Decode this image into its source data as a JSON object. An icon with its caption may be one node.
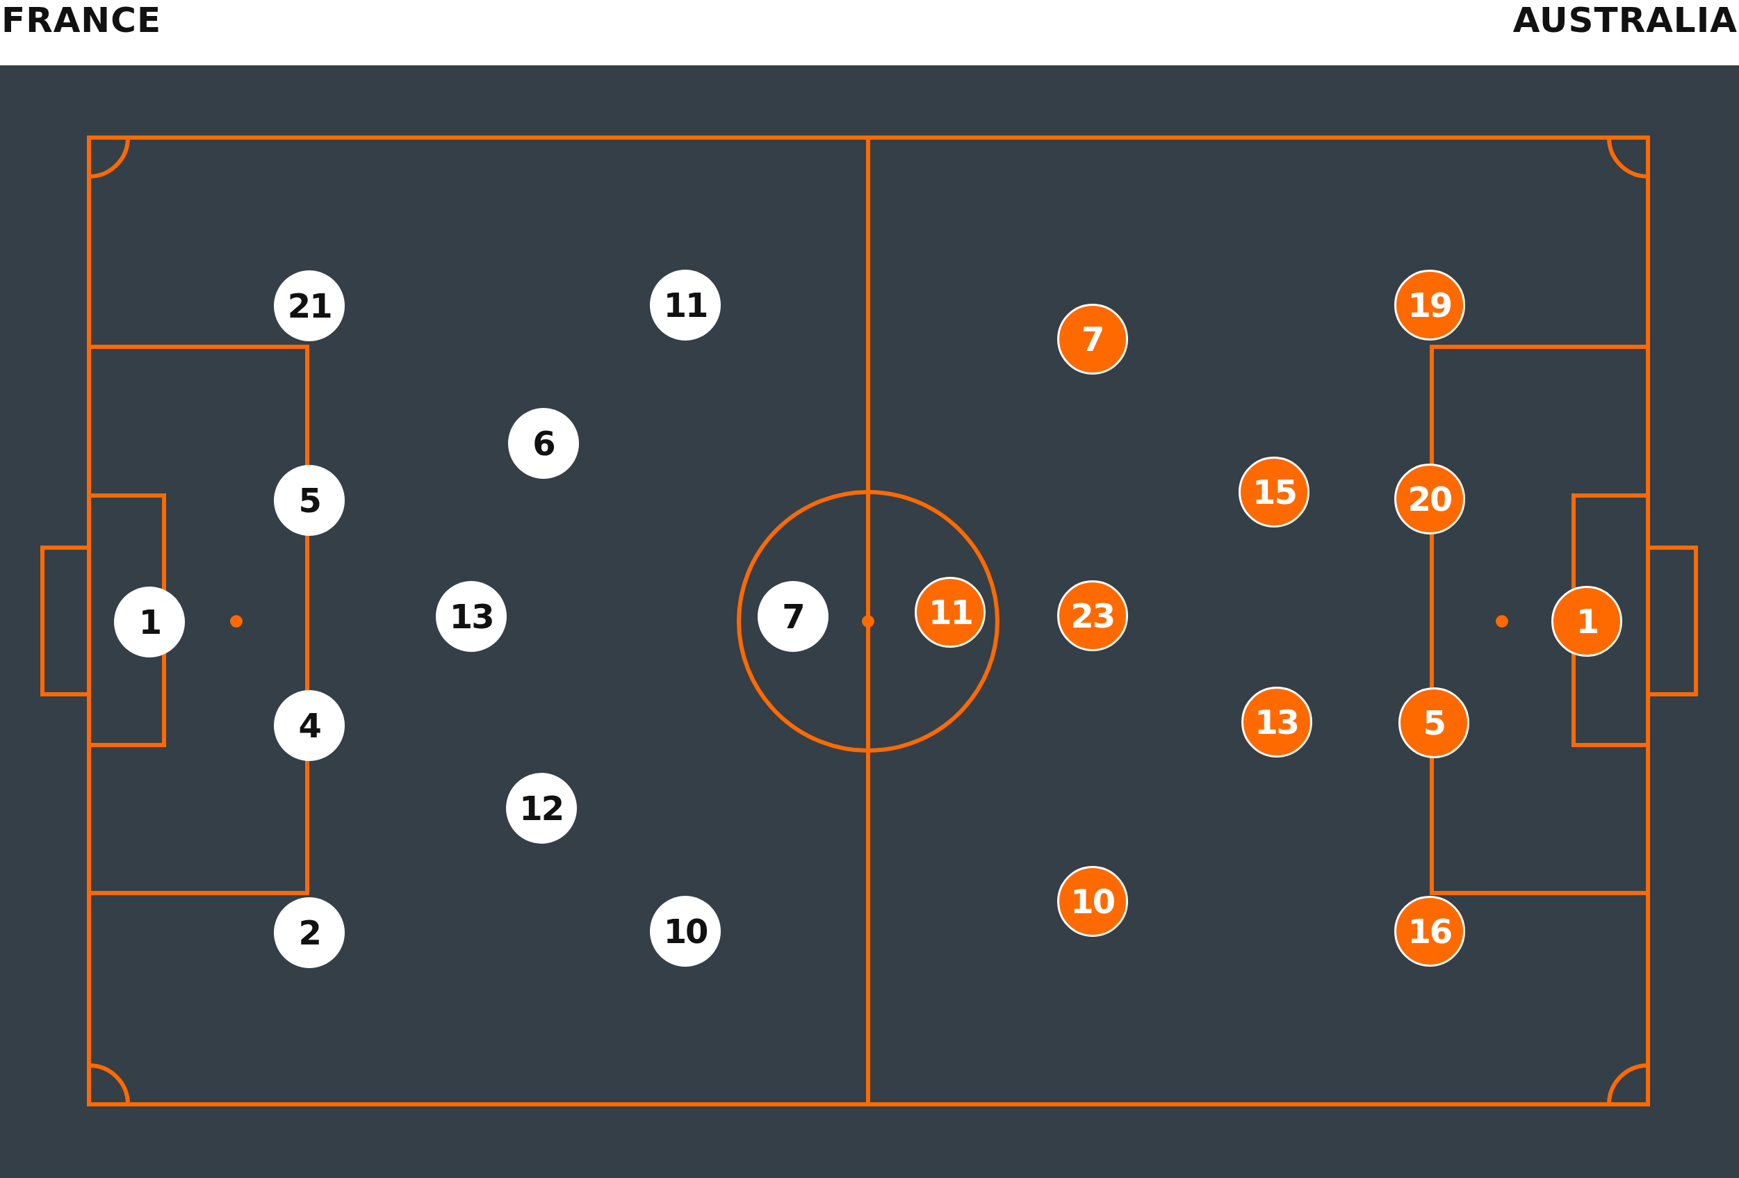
{
  "diagram": {
    "nodes": [
      {
        "text": [
          "21"
        ]
      },
      {
        "text": [
          "11"
        ]
      },
      {
        "text": [
          "6"
        ]
      },
      {
        "text": [
          "5"
        ]
      },
      {
        "text": [
          "1"
        ]
      },
      {
        "text": [
          "13"
        ]
      },
      {
        "text": [
          "7"
        ]
      },
      {
        "text": [
          "4"
        ]
      },
      {
        "text": [
          "12"
        ]
      },
      {
        "text": [
          "2"
        ]
      },
      {
        "text": [
          "10"
        ]
      },
      {
        "text": [
          "19"
        ]
      },
      {
        "text": [
          "7"
        ]
      },
      {
        "text": [
          "20"
        ]
      },
      {
        "text": [
          "15"
        ]
      },
      {
        "text": [
          "11"
        ]
      },
      {
        "text": [
          "23"
        ]
      },
      {
        "text": [
          "1"
        ]
      },
      {
        "text": [
          "13"
        ]
      },
      {
        "text": [
          "5"
        ]
      },
      {
        "text": [
          "10"
        ]
      },
      {
        "text": [
          "16"
        ]
      }
    ],
    "labels": [
      "FRANCE",
      "AUSTRALIA"
    ]
  }
}
